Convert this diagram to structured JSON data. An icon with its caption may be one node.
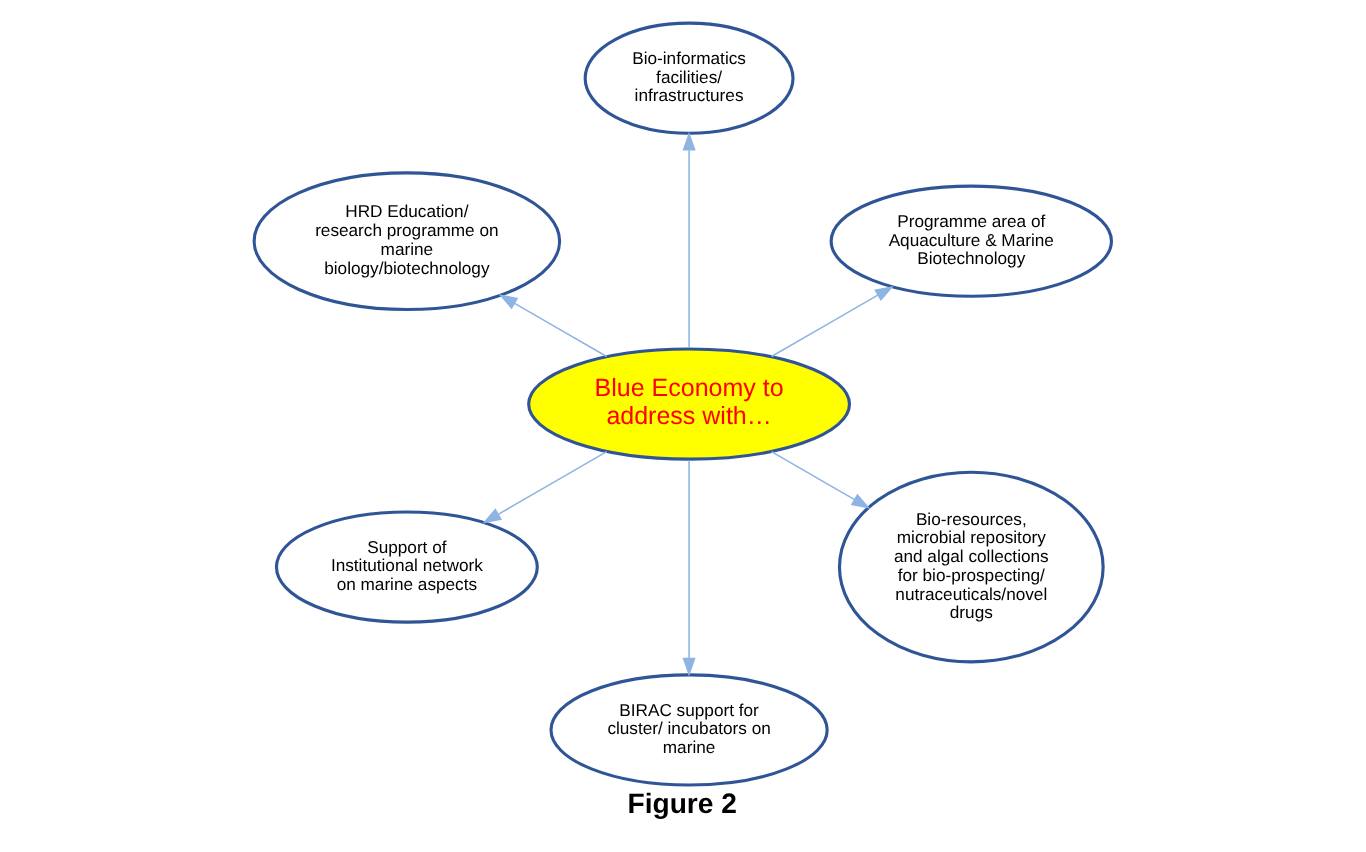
{
  "diagram": {
    "caption": "Figure 2",
    "nodes": [
      {
        "text": [
          "Blue Economy to address with…"
        ]
      },
      {
        "text": [
          "Programme area of Aquaculture & Marine Biotechnology"
        ]
      },
      {
        "text": [
          "Bio-informatics facilities/ infrastructures"
        ]
      },
      {
        "text": [
          "HRD Education/ research programme on marine biology/biotechnology"
        ]
      },
      {
        "text": [
          "Support of Institutional network on marine aspects"
        ]
      },
      {
        "text": [
          "BIRAC support for cluster/ incubators on marine"
        ]
      },
      {
        "text": [
          "Bio-resources, microbial repository and algal collections for bio-prospecting/ nutraceuticals/novel drugs"
        ]
      }
    ],
    "edges": [
      {
        "from": 0,
        "to": 1,
        "arrow": "to"
      },
      {
        "from": 0,
        "to": 2,
        "arrow": "to"
      },
      {
        "from": 0,
        "to": 3,
        "arrow": "to"
      },
      {
        "from": 0,
        "to": 4,
        "arrow": "to"
      },
      {
        "from": 0,
        "to": 5,
        "arrow": "to"
      },
      {
        "from": 0,
        "to": 6,
        "arrow": "to"
      }
    ]
  }
}
